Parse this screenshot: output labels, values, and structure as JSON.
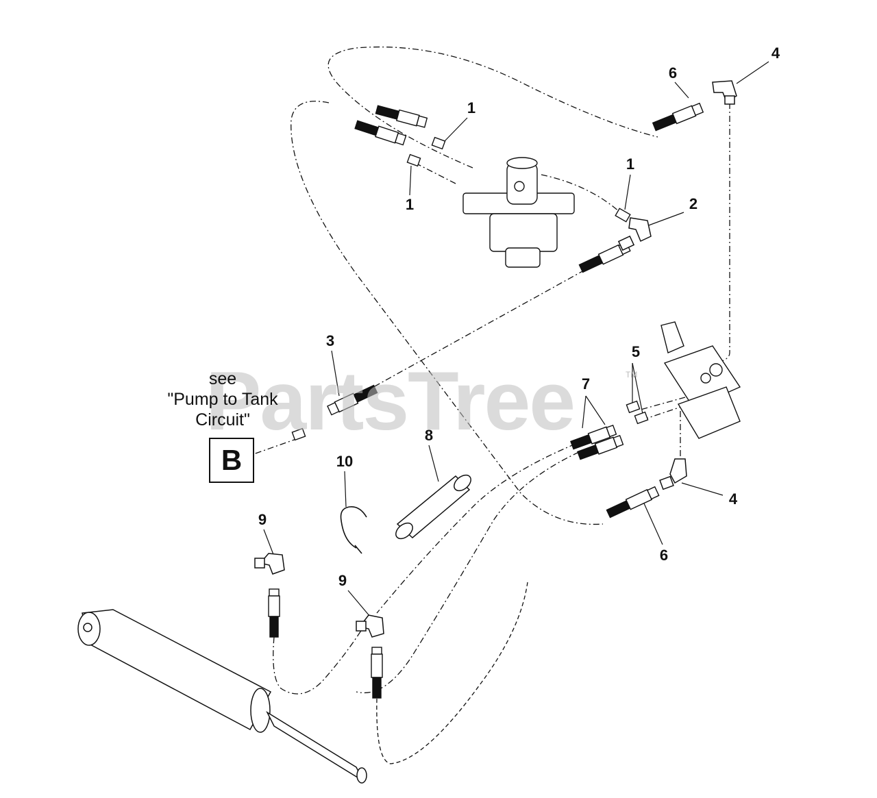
{
  "diagram": {
    "callouts": [
      {
        "id": "c1a",
        "text": "1"
      },
      {
        "id": "c1b",
        "text": "1"
      },
      {
        "id": "c1c",
        "text": "1"
      },
      {
        "id": "c2",
        "text": "2"
      },
      {
        "id": "c3",
        "text": "3"
      },
      {
        "id": "c4a",
        "text": "4"
      },
      {
        "id": "c4b",
        "text": "4"
      },
      {
        "id": "c5",
        "text": "5"
      },
      {
        "id": "c6a",
        "text": "6"
      },
      {
        "id": "c6b",
        "text": "6"
      },
      {
        "id": "c7",
        "text": "7"
      },
      {
        "id": "c8",
        "text": "8"
      },
      {
        "id": "c9a",
        "text": "9"
      },
      {
        "id": "c9b",
        "text": "9"
      },
      {
        "id": "c10",
        "text": "10"
      }
    ],
    "note": {
      "line1": "see",
      "line2": "\"Pump to Tank",
      "line3": "Circuit\""
    },
    "reference_letter": "B",
    "watermark": "PartsTree",
    "watermark_tm": "TM",
    "colors": {
      "ink": "#111111",
      "watermark": "#bebebe",
      "background": "#ffffff"
    }
  }
}
